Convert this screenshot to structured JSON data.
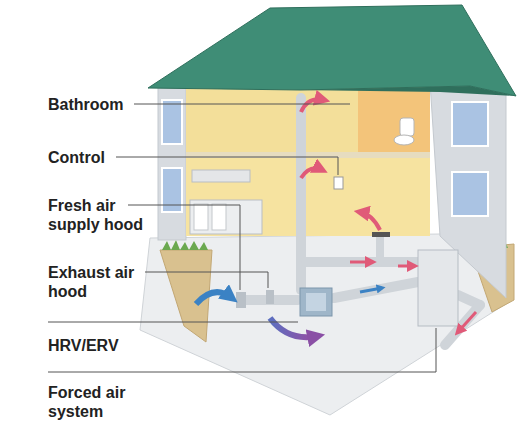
{
  "diagram": {
    "labels": [
      "Bathroom",
      "Control",
      "Fresh air supply hood",
      "Exhaust air hood",
      "HRV/ERV",
      "Forced air system"
    ]
  }
}
